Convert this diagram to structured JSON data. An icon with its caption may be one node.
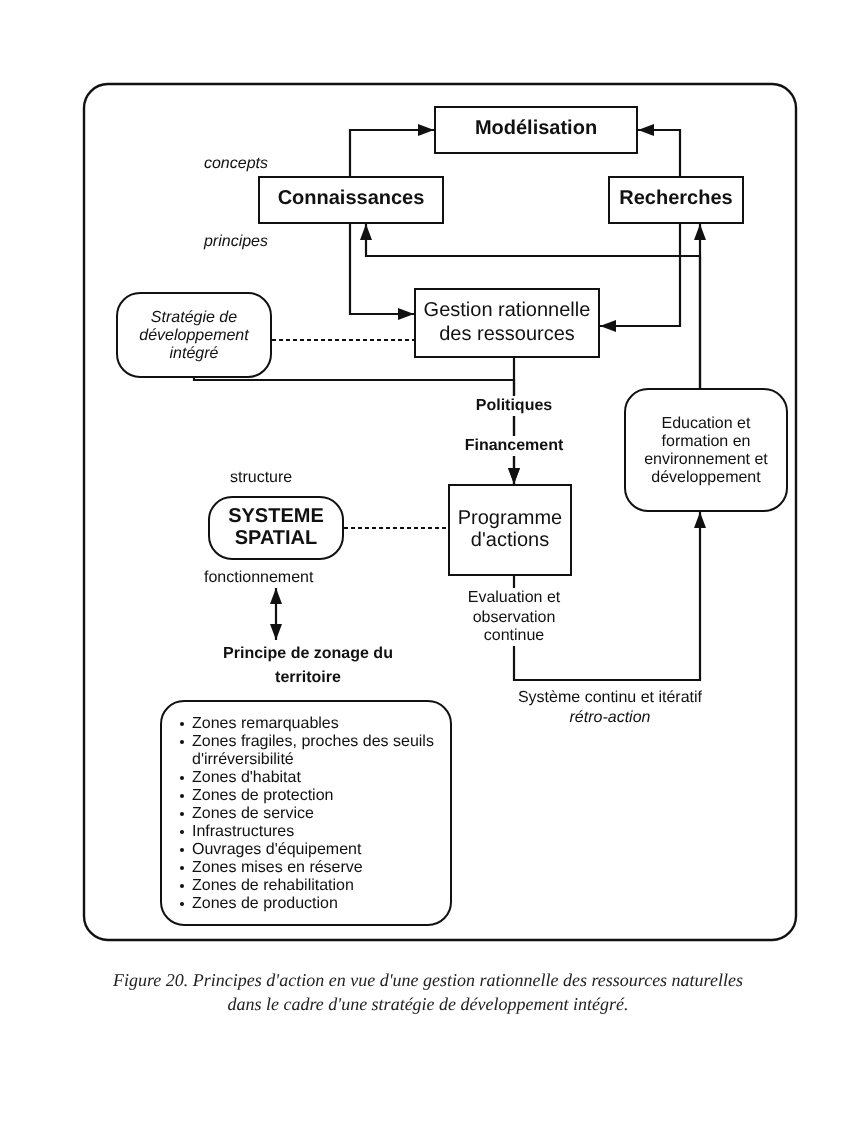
{
  "diagram": {
    "caption": "Figure 20. Principes d'action en vue d'une gestion rationnelle des ressources naturelles dans le cadre d'une stratégie de développement intégré.",
    "nodes": [
      {
        "text": [
          "Modélisation"
        ]
      },
      {
        "text": [
          "Connaissances"
        ],
        "beside": [
          "concepts",
          "principes"
        ]
      },
      {
        "text": [
          "Recherches"
        ]
      },
      {
        "text": [
          "Stratégie de développement intégré"
        ]
      },
      {
        "text": [
          "Gestion rationnelle des ressources"
        ]
      },
      {
        "text": [
          "Education et formation en environnement et développement"
        ]
      },
      {
        "text": [
          "Programme d'actions"
        ]
      },
      {
        "text": [
          "SYSTEME SPATIAL"
        ],
        "beside": [
          "structure",
          "fonctionnement"
        ]
      },
      {
        "text": [
          "Principe de zonage du territoire",
          "Zones remarquables",
          "Zones fragiles, proches des seuils d'irréversibilité",
          "Zones d'habitat",
          "Zones de protection",
          "Zones de service",
          "Infrastructures",
          "Ouvrages d'équipement",
          "Zones mises en réserve",
          "Zones de rehabilitation",
          "Zones de production"
        ]
      }
    ],
    "edges": [
      {
        "from": 1,
        "to": 0,
        "arrow": "to"
      },
      {
        "from": 2,
        "to": 0,
        "arrow": "to"
      },
      {
        "from": 1,
        "to": 4,
        "arrow": "to"
      },
      {
        "from": 2,
        "to": 4,
        "arrow": "to"
      },
      {
        "from": 5,
        "to": 2,
        "arrow": "to"
      },
      {
        "from": 5,
        "to": 1,
        "arrow": "to"
      },
      {
        "from": 3,
        "to": 4,
        "arrow": "none",
        "style": "dashed"
      },
      {
        "from": 4,
        "to": 6,
        "arrow": "to",
        "label": "Politiques"
      },
      {
        "from": 3,
        "to": 6,
        "arrow": "to"
      },
      {
        "from": 7,
        "to": 6,
        "arrow": "none",
        "style": "dashed"
      },
      {
        "from": 7,
        "to": 8,
        "arrow": "both"
      },
      {
        "from": 6,
        "to": 5,
        "arrow": "to",
        "label": "Evaluation et observation continue"
      }
    ],
    "labels": [
      "Financement",
      "Système continu et itératif",
      "rétro-action"
    ]
  }
}
